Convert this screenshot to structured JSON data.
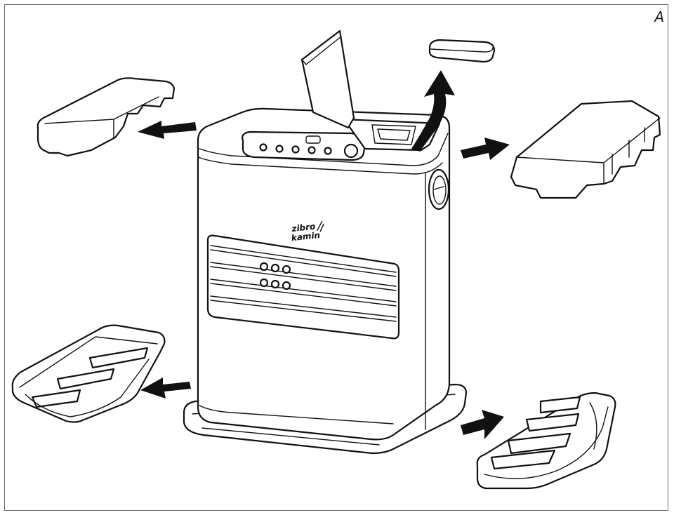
{
  "figure_label": "A",
  "brand_logo": {
    "line1": "zibro",
    "line2": "kamin"
  },
  "colors": {
    "line": "#111111",
    "frame": "#6b6b6b",
    "background": "#ffffff"
  }
}
